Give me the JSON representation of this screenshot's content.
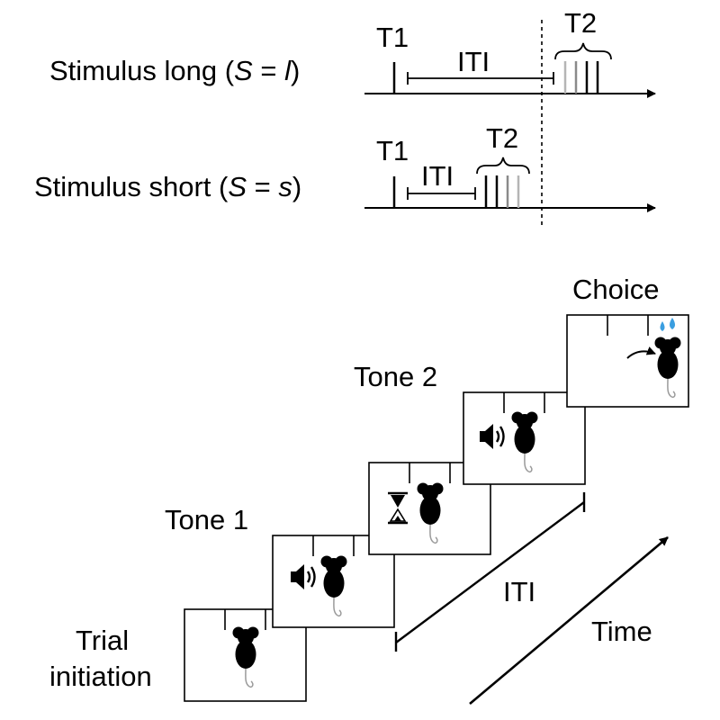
{
  "timeline": {
    "long": {
      "label_prefix": "Stimulus long (",
      "var": "S",
      "eq": " = ",
      "value": "l",
      "label_suffix": ")",
      "t1": "T1",
      "iti": "ITI",
      "t2": "T2"
    },
    "short": {
      "label_prefix": "Stimulus short (",
      "var": "S",
      "eq": " = ",
      "value": "s",
      "label_suffix": ")",
      "t1": "T1",
      "iti": "ITI",
      "t2": "T2"
    }
  },
  "stages": {
    "trial_initiation_line1": "Trial",
    "trial_initiation_line2": "initiation",
    "tone1": "Tone 1",
    "tone2": "Tone 2",
    "choice": "Choice"
  },
  "axis": {
    "iti": "ITI",
    "time": "Time"
  },
  "colors": {
    "line": "#000000",
    "grey_tick": "#8a8a8a",
    "light_tick": "#b5b5b5",
    "water": "#3a9ee0",
    "tail": "#9a9a9a"
  },
  "icons": [
    "mouse-icon",
    "speaker-icon",
    "hourglass-icon",
    "water-drop-icon",
    "turn-arrow-icon"
  ]
}
